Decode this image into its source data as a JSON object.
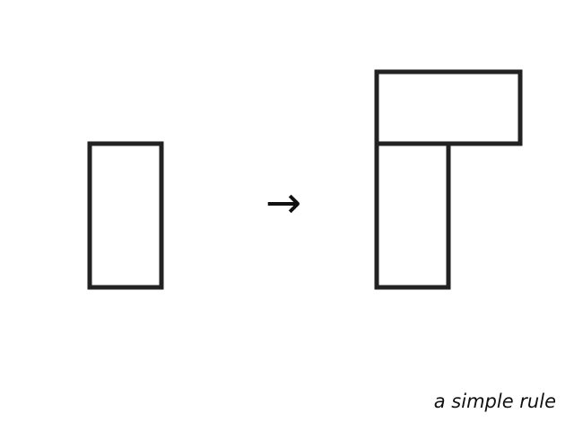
{
  "diagram": {
    "arrow_glyph": "→",
    "caption": "a simple rule",
    "stroke_color": "#222222",
    "before": {
      "shapes": [
        "tall-rectangle"
      ]
    },
    "after": {
      "shapes": [
        "tall-rectangle",
        "wide-rectangle-on-top"
      ]
    }
  }
}
